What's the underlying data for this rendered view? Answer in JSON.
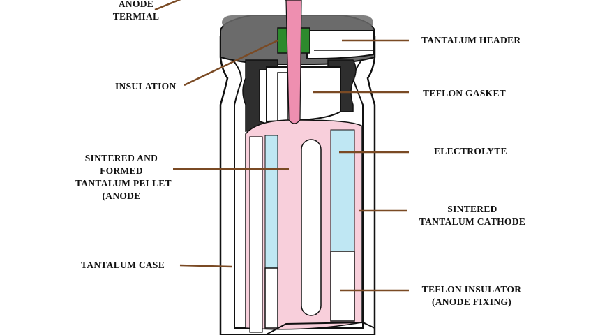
{
  "diagram": {
    "colors": {
      "leader": "#7a4a24",
      "header": "#6b6b6b",
      "dark": "#2e2e2e",
      "insulation": "#2d8a2d",
      "pellet": "#f8cfdb",
      "wire": "#ee8fb0",
      "electrolyte": "#bfe7f3",
      "outline": "#111111"
    },
    "labels": {
      "anode_terminal": [
        "ANODE",
        "TERMIAL"
      ],
      "insulation": [
        "INSULATION"
      ],
      "sintered_pellet": [
        "SINTERED AND",
        "FORMED",
        "TANTALUM PELLET",
        "(ANODE"
      ],
      "tantalum_case": [
        "TANTALUM CASE"
      ],
      "tantalum_header": [
        "TANTALUM HEADER"
      ],
      "teflon_gasket": [
        "TEFLON GASKET"
      ],
      "electrolyte": [
        "ELECTROLYTE"
      ],
      "sintered_cathode": [
        "SINTERED",
        "TANTALUM CATHODE"
      ],
      "teflon_insulator": [
        "TEFLON INSULATOR",
        "(ANODE FIXING)"
      ]
    }
  }
}
